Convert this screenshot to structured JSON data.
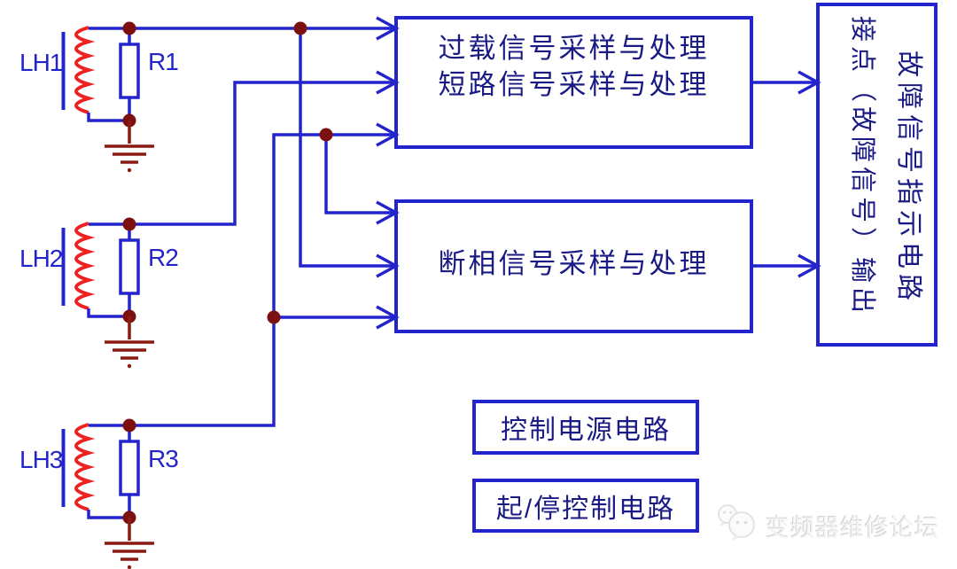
{
  "palette": {
    "wire_blue": "#2424cd",
    "box_text_navy": "#1a1a85",
    "coil_red": "#ee2020",
    "junction_maroon": "#7c1010",
    "ground_maroon": "#8a1a12",
    "watermark_gray": "#f2f2f2"
  },
  "boxes": {
    "overload": {
      "line1": "过载信号采样与处理",
      "line2": "短路信号采样与处理"
    },
    "phase_loss": {
      "label": "断相信号采样与处理"
    },
    "fault_output": {
      "outer_column": "故障信号指示电路",
      "inner_column": "接点（故障信号）输出"
    },
    "control_power": {
      "label": "控制电源电路"
    },
    "start_stop": {
      "label": "起/停控制电路"
    }
  },
  "components": {
    "lh1": "LH1",
    "r1": "R1",
    "lh2": "LH2",
    "r2": "R2",
    "lh3": "LH3",
    "r3": "R3"
  },
  "watermark": {
    "text": "变频器维修论坛"
  }
}
